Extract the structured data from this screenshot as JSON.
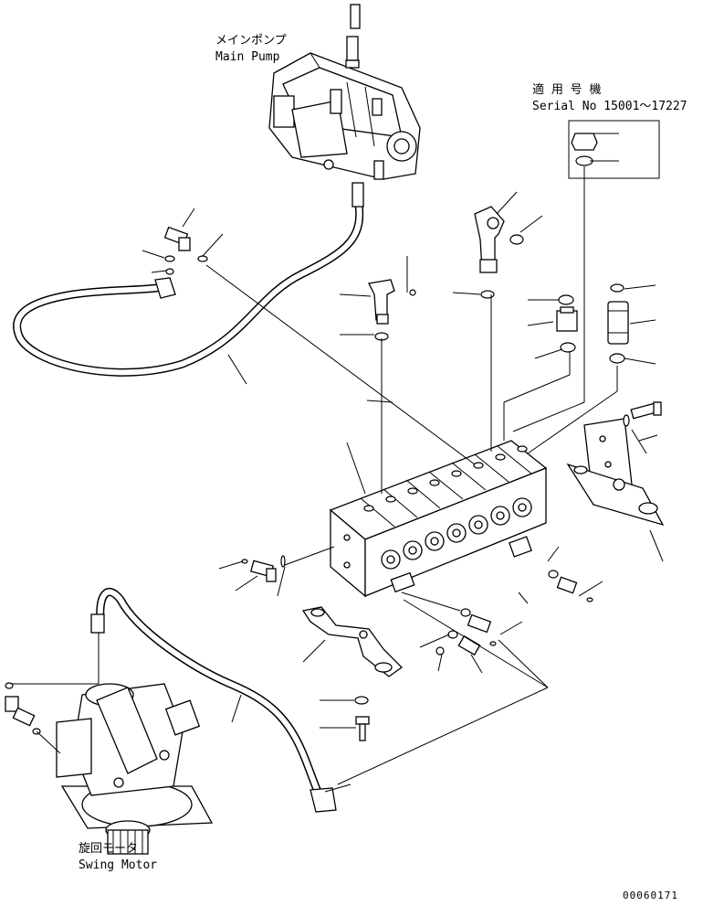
{
  "labels": {
    "main_pump_jp": "メインポンプ",
    "main_pump_en": "Main Pump",
    "serial_jp": "適 用 号 機",
    "serial_en": "Serial No 15001〜17227",
    "swing_motor_jp": "旋回モータ",
    "swing_motor_en": "Swing Motor",
    "drawing_no": "00060171"
  },
  "icons": [
    "main-pump-icon",
    "swing-motor-icon",
    "control-valve-icon",
    "hose-icon",
    "elbow-fitting-icon",
    "o-ring-icon",
    "bracket-icon",
    "bolt-icon",
    "plug-icon"
  ],
  "colors": {
    "ink": "#000000",
    "paper": "#ffffff"
  }
}
